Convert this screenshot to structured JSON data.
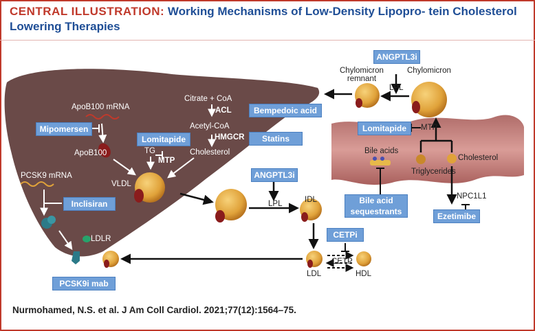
{
  "header": {
    "keyword": "CENTRAL ILLUSTRATION:",
    "title": "Working Mechanisms of Low-Density Lipopro- tein Cholesterol Lowering Therapies"
  },
  "labels": {
    "apob_mrna": "ApoB100 mRNA",
    "apob": "ApoB100",
    "pcsk9_mrna": "PCSK9 mRNA",
    "pcsk9": "PCSK9",
    "ldlr": "LDLR",
    "vldl": "VLDL",
    "tg": "TG",
    "mtp": "MTP",
    "citrate": "Citrate + CoA",
    "acl": "ACL",
    "acetyl": "Acetyl-CoA",
    "hmgcr": "HMGCR",
    "cholesterol": "Cholesterol",
    "chylo_remnant_1": "Chylomicron",
    "chylo_remnant_2": "remnant",
    "chylomicron": "Chylomicron",
    "lpl_top": "LPL",
    "imtp": "MTP",
    "bile_acids": "Bile acids",
    "triglycerides": "Triglycerides",
    "cholesterol_gut": "Cholesterol",
    "npc1l1": "NPC1L1",
    "lpl_mid": "LPL",
    "idl": "IDL",
    "ldl": "LDL",
    "cetp": "CETP",
    "hdl": "HDL"
  },
  "drugs": {
    "mipomersen": "Mipomersen",
    "lomitapide_liver": "Lomitapide",
    "bempedoic": "Bempedoic acid",
    "statins": "Statins",
    "inclisiran": "Inclisiran",
    "pcsk9i": "PCSK9i mab",
    "angptl3i_top": "ANGPTL3i",
    "angptl3i_mid": "ANGPTL3i",
    "lomitapide_gut": "Lomitapide",
    "bile_seq_1": "Bile acid",
    "bile_seq_2": "sequestrants",
    "ezetimibe": "Ezetimibe",
    "cetpi": "CETPi"
  },
  "footer": "Nurmohamed, N.S. et al. J Am Coll Cardiol. 2021;77(12):1564–75.",
  "colors": {
    "frame": "#c0392b",
    "title": "#1f4e96",
    "drug_box": "#6f9fd8",
    "liver": "#6a4a48",
    "intestine": "#c98a86"
  }
}
